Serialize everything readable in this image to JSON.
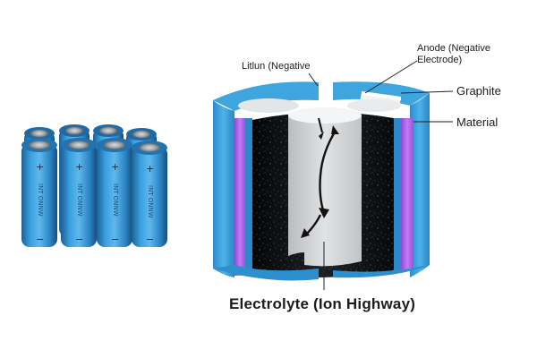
{
  "labels": {
    "lithium_negative": "Litlun (Negative",
    "anode_line1": "Anode (Negative",
    "anode_line2": "Electrode)",
    "graphite": "Graphite",
    "material": "Material",
    "electrolyte": "Electrolyte (Ion Highway)"
  },
  "cells": {
    "count": 8,
    "plus_sign": "+",
    "minus_sign": "−",
    "printed_text": "INT ONNW"
  },
  "colors": {
    "cell_blue": "#2f8fd0",
    "cell_blue_dark": "#1c5f96",
    "casing_blue": "#3aa1db",
    "separator_purple": "#b46be8",
    "core_black": "#0d0f12",
    "electrolyte_gray": "#e6e7e9"
  }
}
